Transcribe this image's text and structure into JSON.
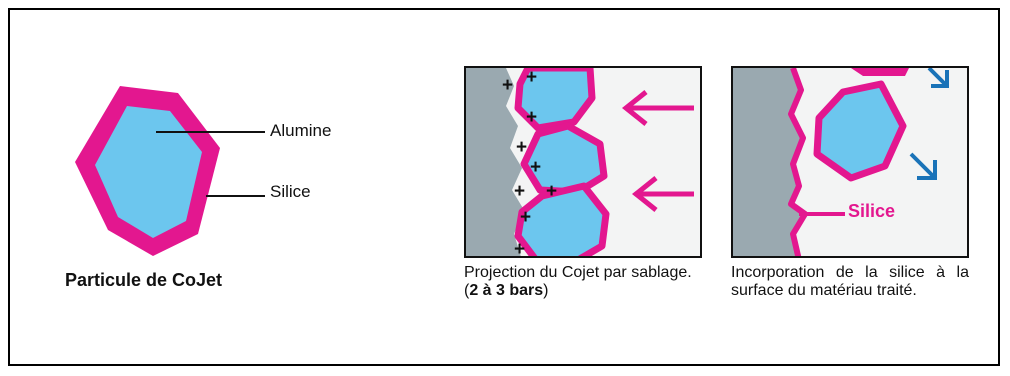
{
  "particle": {
    "label_alumine": "Alumine",
    "label_silice": "Silice",
    "title": "Particule de CoJet"
  },
  "panel1": {
    "caption_text": "Projection du Cojet par sablage. (",
    "caption_bold": "2 à 3 bars",
    "caption_end": ")"
  },
  "panel2": {
    "inline_label": "Silice",
    "caption": "Incorporation de la silice à la surface du matériau traité."
  },
  "colors": {
    "magenta": "#e3178f",
    "light_blue": "#6cc6ee",
    "substrate_gray": "#9aa9b0",
    "arrow_blue": "#1a73b8"
  }
}
